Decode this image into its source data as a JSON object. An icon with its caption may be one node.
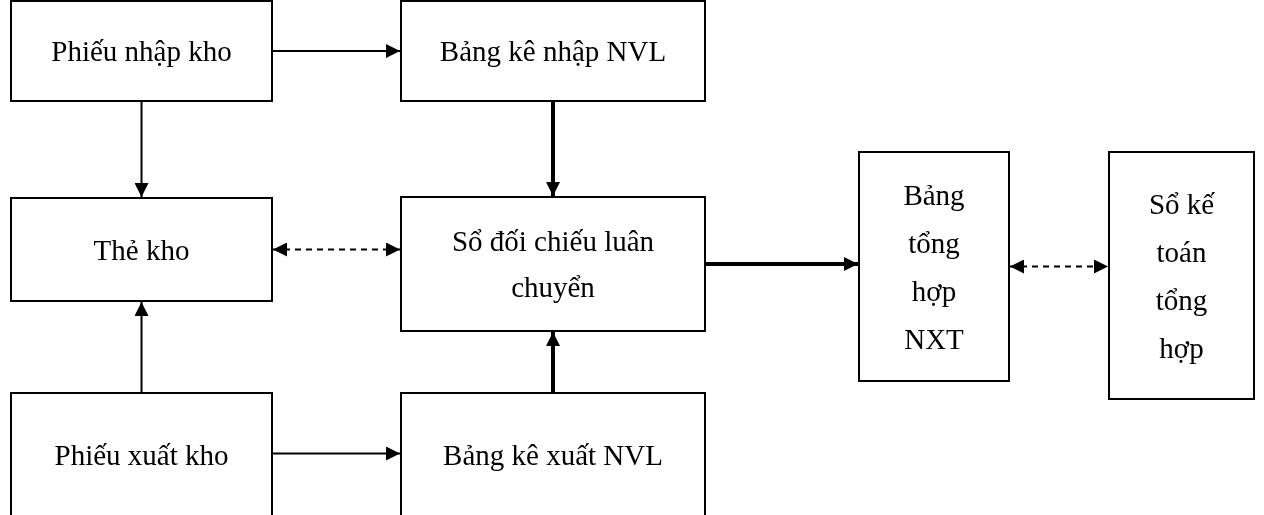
{
  "diagram": {
    "nodes": [
      {
        "text": [
          "Phiếu nhập kho"
        ]
      },
      {
        "text": [
          "Bảng kê nhập NVL"
        ]
      },
      {
        "text": [
          "Thẻ kho"
        ]
      },
      {
        "text": [
          "Sổ đối chiếu luân chuyển"
        ]
      },
      {
        "text": [
          "Bảng tổng hợp NXT"
        ]
      },
      {
        "text": [
          "Sổ kế toán tổng hợp"
        ]
      },
      {
        "text": [
          "Phiếu xuất kho"
        ]
      },
      {
        "text": [
          "Bảng kê xuất NVL"
        ]
      }
    ],
    "edges": [
      {
        "from": 0,
        "to": 1,
        "arrow": "to"
      },
      {
        "from": 0,
        "to": 2,
        "arrow": "to"
      },
      {
        "from": 1,
        "to": 3,
        "arrow": "to",
        "style": "thick"
      },
      {
        "from": 2,
        "to": 3,
        "arrow": "both",
        "style": "dashed"
      },
      {
        "from": 3,
        "to": 4,
        "arrow": "to",
        "style": "thick"
      },
      {
        "from": 4,
        "to": 5,
        "arrow": "both",
        "style": "dashed"
      },
      {
        "from": 6,
        "to": 2,
        "arrow": "to"
      },
      {
        "from": 6,
        "to": 7,
        "arrow": "to"
      },
      {
        "from": 7,
        "to": 3,
        "arrow": "to",
        "style": "thick"
      }
    ]
  }
}
